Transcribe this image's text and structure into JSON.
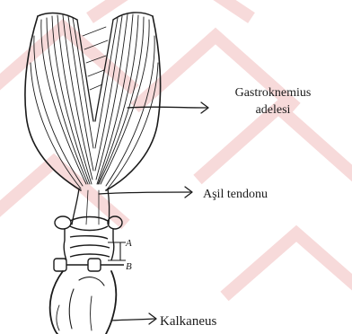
{
  "diagram": {
    "labels": {
      "muscle_line1": "Gastroknemius",
      "muscle_line2": "adelesi",
      "tendon": "Aşil tendonu",
      "bone": "Kalkaneus",
      "dim_top": "A",
      "dim_bottom": "B"
    },
    "colors": {
      "ink": "#1a1a1a",
      "watermark": "#f7dada",
      "paper": "#ffffff"
    }
  }
}
